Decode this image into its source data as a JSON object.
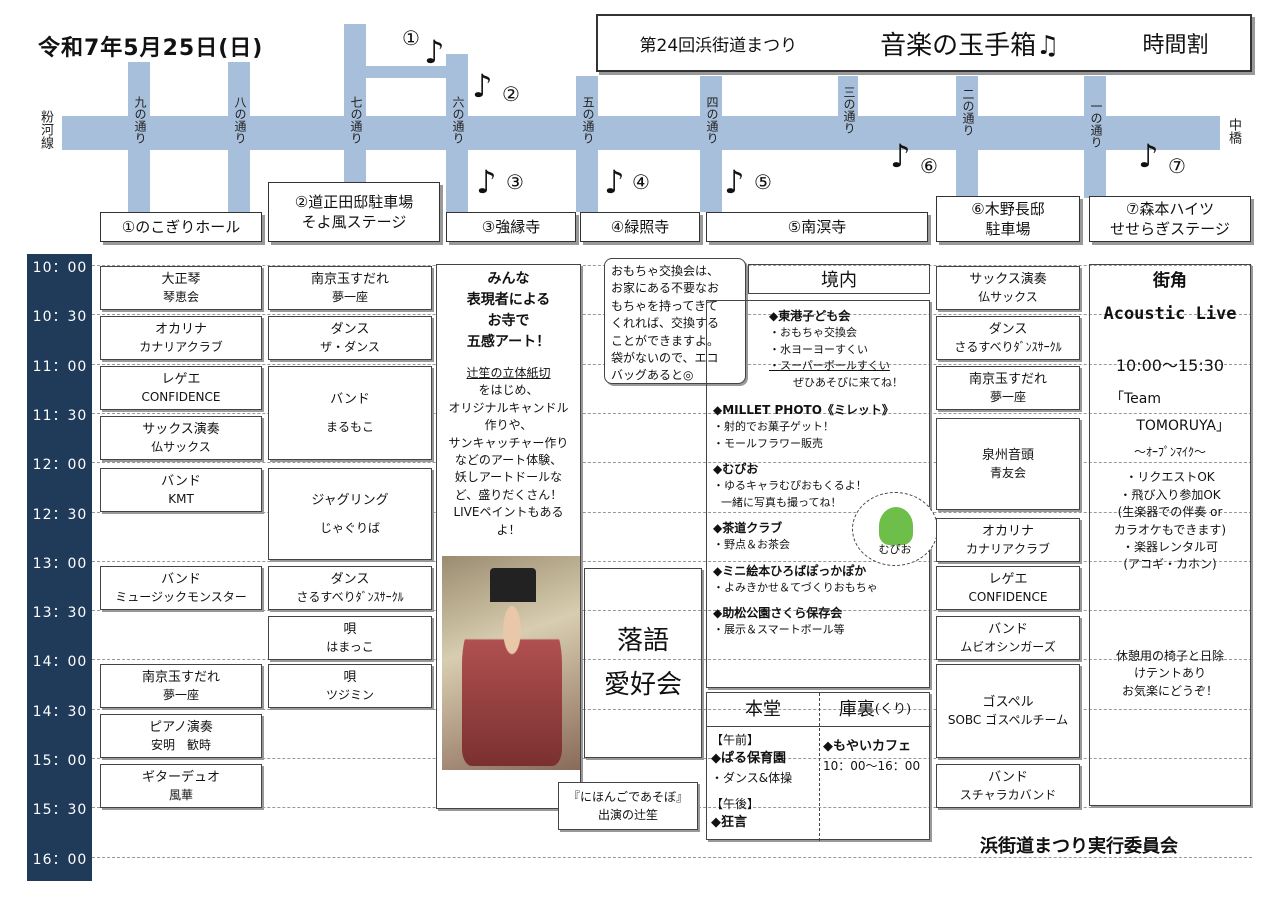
{
  "date": "令和7年5月25日(日)",
  "title": {
    "part1": "第24回浜街道まつり",
    "part2": "音楽の玉手箱♫",
    "part3": "時間割"
  },
  "map": {
    "left_end": "粉河線",
    "right_end": "中橋",
    "streets": [
      "九の通り",
      "八の通り",
      "七の通り",
      "六の通り",
      "五の通り",
      "四の通り",
      "三の通り",
      "二の通り",
      "一の通り"
    ],
    "markers": [
      "①",
      "②",
      "③",
      "④",
      "⑤",
      "⑥",
      "⑦"
    ],
    "note_glyph": "♪"
  },
  "venues": [
    {
      "label": "①のこぎりホール"
    },
    {
      "line1": "②道正田邸駐車場",
      "line2": "そよ風ステージ"
    },
    {
      "label": "③強縁寺"
    },
    {
      "label": "④緑照寺"
    },
    {
      "label": "⑤南溟寺"
    },
    {
      "line1": "⑥木野長邸",
      "line2": "駐車場"
    },
    {
      "line1": "⑦森本ハイツ",
      "line2": "せせらぎステージ"
    }
  ],
  "times": [
    "10：00",
    "10：30",
    "11：00",
    "11：30",
    "12：00",
    "12：30",
    "13：00",
    "13：30",
    "14：00",
    "14：30",
    "15：00",
    "15：30",
    "16：00"
  ],
  "col1": [
    {
      "a": "大正琴",
      "b": "琴恵会"
    },
    {
      "a": "オカリナ",
      "b": "カナリアクラブ"
    },
    {
      "a": "レゲエ",
      "b": "CONFIDENCE"
    },
    {
      "a": "サックス演奏",
      "b": "仏サックス"
    },
    {
      "a": "バンド",
      "b": "KMT"
    },
    {
      "a": "バンド",
      "b": "ミュージックモンスター"
    },
    {
      "a": "南京玉すだれ",
      "b": "夢一座"
    },
    {
      "a": "ピアノ演奏",
      "b": "安明　歓時"
    },
    {
      "a": "ギターデュオ",
      "b": "風華"
    }
  ],
  "col2": [
    {
      "a": "南京玉すだれ",
      "b": "夢一座"
    },
    {
      "a": "ダンス",
      "b": "ザ・ダンス"
    },
    {
      "a": "バンド",
      "b": "まるもこ"
    },
    {
      "a": "ジャグリング",
      "b": "じゃぐりば"
    },
    {
      "a": "ダンス",
      "b": "さるすべりﾀﾞﾝｽｻｰｸﾙ"
    },
    {
      "a": "唄",
      "b": "はまっこ"
    },
    {
      "a": "唄",
      "b": "ツジミン"
    }
  ],
  "col3": {
    "h1": "みんな",
    "h2": "表現者による",
    "h3": "お寺で",
    "h4": "五感アート！",
    "l1": "辻笙の立体紙切",
    "l2": "をはじめ、",
    "l3": "オリジナルキャンドル",
    "l4": "作りや、",
    "l5": "サンキャッチャー作り",
    "l6": "などのアート体験、",
    "l7": "妖しアートドールな",
    "l8": "ど、盛りだくさん！",
    "l9": "LIVEペイントもある",
    "l10": "よ！",
    "speech1": "『にほんごであそぼ』",
    "speech2": "出演の辻笙"
  },
  "col4": {
    "r1": "落語",
    "r2": "愛好会"
  },
  "toy": {
    "l1": "おもちゃ交換会は、",
    "l2": "お家にある不要なお",
    "l3": "もちゃを持ってきて",
    "l4": "くれれば、交換する",
    "l5": "ことができますよ。",
    "l6": "袋がないので、エコ",
    "l7": "バッグあると◎"
  },
  "col5": {
    "keidai": "境内",
    "g1": "◆東港子ども会",
    "g1a": "・おもちゃ交換会",
    "g1b": "・水ヨーヨーすくい",
    "g1c": "・スーパーボールすくい",
    "g1d": "ぜひあそびに来てね！",
    "g2": "◆MILLET PHOTO《ミレット》",
    "g2a": "・射的でお菓子ゲット！",
    "g2b": "・モールフラワー販売",
    "g3": "◆むぴお",
    "g3a": "・ゆるキャラむぴおもくるよ！",
    "g3b": "一緒に写真も撮ってね！",
    "g4": "◆茶道クラブ",
    "g4a": "・野点＆お茶会",
    "g5": "◆ミニ絵本ひろばぽっかぽか",
    "g5a": "・よみきかせ＆てづくりおもちゃ",
    "g6": "◆助松公園さくら保存会",
    "g6a": "・展示＆スマートボール等",
    "mascot": "むぴお",
    "hondo": "本堂",
    "kuri1": "庫裏",
    "kuri2": "(くり)",
    "am": "【午前】",
    "am1": "◆ぱる保育園",
    "am2": "・ダンス&体操",
    "pm": "【午後】",
    "pm1": "◆狂言",
    "cafe": "◆もやいカフェ",
    "cafe_time": "10：00～16：00"
  },
  "col6": [
    {
      "a": "サックス演奏",
      "b": "仏サックス"
    },
    {
      "a": "ダンス",
      "b": "さるすべりﾀﾞﾝｽｻｰｸﾙ"
    },
    {
      "a": "南京玉すだれ",
      "b": "夢一座"
    },
    {
      "a": "泉州音頭",
      "b": "青友会"
    },
    {
      "a": "オカリナ",
      "b": "カナリアクラブ"
    },
    {
      "a": "レゲエ",
      "b": "CONFIDENCE"
    },
    {
      "a": "バンド",
      "b": "ムビオシンガーズ"
    },
    {
      "a": "ゴスペル",
      "b": "SOBC ゴスペルチーム"
    },
    {
      "a": "バンド",
      "b": "スチャラカバンド"
    }
  ],
  "col7": {
    "h1": "街角",
    "h2": "Acoustic Live",
    "time": "10:00～15:30",
    "team1": "「Team",
    "team2": "TOMORUYA」",
    "sub": "～ｵｰﾌﾟﾝﾏｲｸ～",
    "b1": "・リクエストOK",
    "b2": "・飛び入り参加OK",
    "b3": "(生楽器での伴奏 or",
    "b4": "カラオケもできます)",
    "b5": "・楽器レンタル可",
    "b6": "(アコギ・カホン)",
    "r1": "休憩用の椅子と日除",
    "r2": "けテントあり",
    "r3": "お気楽にどうぞ！"
  },
  "organizer": "浜街道まつり実行委員会"
}
